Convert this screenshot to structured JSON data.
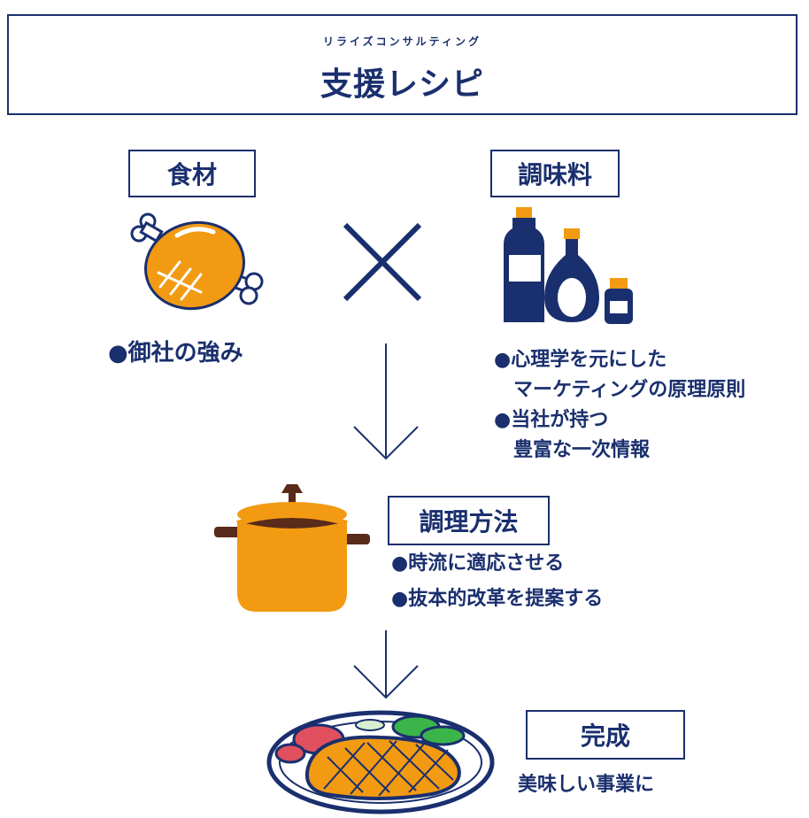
{
  "header": {
    "subtitle": "リライズコンサルティング",
    "title": "支援レシピ"
  },
  "ingredients": {
    "label": "食材",
    "items": [
      "●御社の強み"
    ]
  },
  "operator": {
    "symbol_icon": "cross-icon"
  },
  "seasoning": {
    "label": "調味料",
    "items": [
      {
        "line1": "●心理学を元にした",
        "line2": "マーケティングの原理原則"
      },
      {
        "line1": "●当社が持つ",
        "line2": "豊富な一次情報"
      }
    ]
  },
  "cooking": {
    "label": "調理方法",
    "items": [
      "●時流に適応させる",
      "●抜本的改革を提案する"
    ]
  },
  "result": {
    "label": "完成",
    "text": "美味しい事業に"
  },
  "colors": {
    "navy": "#1a2f6e",
    "orange": "#f29a12",
    "brown": "#5a2a1a",
    "green": "#3bb54a",
    "red": "#e0505f"
  }
}
